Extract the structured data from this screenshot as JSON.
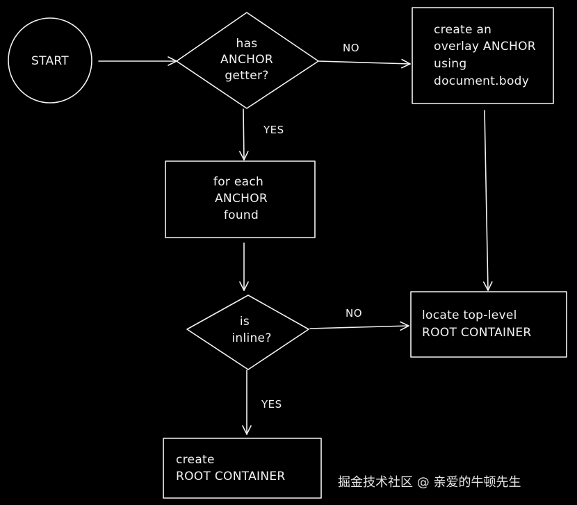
{
  "nodes": {
    "start": {
      "label": "START"
    },
    "has_anchor": {
      "lines": [
        "has",
        "ANCHOR",
        "getter?"
      ]
    },
    "create_overlay": {
      "lines": [
        "create an",
        "overlay ANCHOR",
        "using",
        "document.body"
      ]
    },
    "for_each": {
      "lines": [
        "for each",
        "ANCHOR",
        "found"
      ]
    },
    "is_inline": {
      "lines": [
        "is",
        "inline?"
      ]
    },
    "locate_root": {
      "lines": [
        "locate top-level",
        "ROOT CONTAINER"
      ]
    },
    "create_root": {
      "lines": [
        "create",
        "ROOT CONTAINER"
      ]
    }
  },
  "edges": {
    "has_anchor_no": "NO",
    "has_anchor_yes": "YES",
    "is_inline_no": "NO",
    "is_inline_yes": "YES"
  },
  "watermark": "掘金技术社区 @ 亲爱的牛顿先生",
  "colors": {
    "background": "#000000",
    "stroke": "#f2f2f2"
  }
}
